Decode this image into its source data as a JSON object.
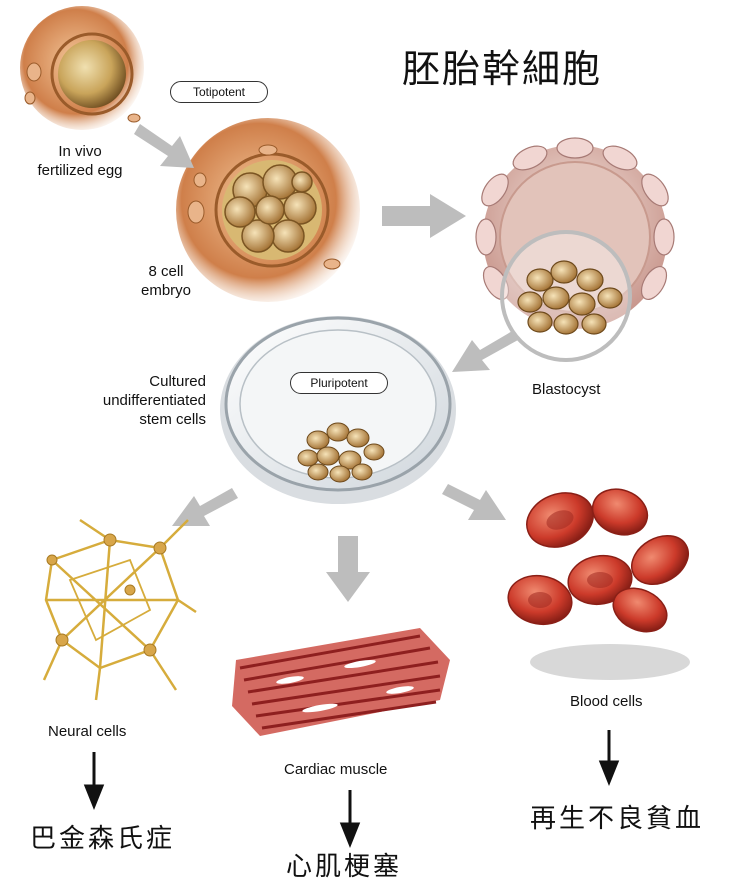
{
  "title": "胚胎幹細胞",
  "badges": {
    "totipotent": "Totipotent",
    "pluripotent": "Pluripotent"
  },
  "labels": {
    "egg": [
      "In vivo",
      "fertilized egg"
    ],
    "embryo": [
      "8 cell",
      "embryo"
    ],
    "blastocyst": "Blastocyst",
    "cultured": [
      "Cultured",
      "undifferentiated",
      "stem cells"
    ],
    "neural": "Neural cells",
    "cardiac": "Cardiac muscle",
    "blood": "Blood cells"
  },
  "diseases": {
    "parkinson": "巴金森氏症",
    "mi": "心肌梗塞",
    "anemia": "再生不良貧血"
  },
  "colors": {
    "arrow": "#bdbdbd",
    "cell_orange": "#c8743a",
    "dish": "#e8ecef",
    "muscle": "#b23a3a",
    "blood": "#c93a2e",
    "neuron": "#d9b23a"
  }
}
